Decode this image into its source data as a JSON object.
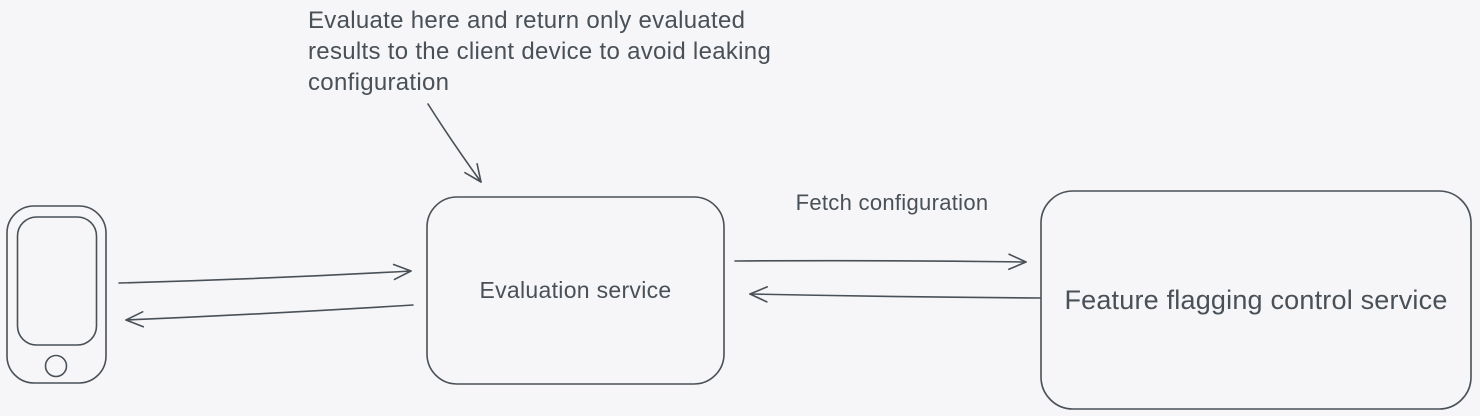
{
  "diagram": {
    "annotation": {
      "text": "Evaluate here and return only evaluated\nresults to the client device to avoid leaking\nconfiguration"
    },
    "nodes": [
      {
        "id": "client-device",
        "icon": "smartphone-icon",
        "label": ""
      },
      {
        "id": "evaluation-service",
        "label": "Evaluation service"
      },
      {
        "id": "feature-flagging-control-service",
        "label": "Feature flagging control service"
      }
    ],
    "edges": [
      {
        "from": "client-device",
        "to": "evaluation-service",
        "label": ""
      },
      {
        "from": "evaluation-service",
        "to": "client-device",
        "label": ""
      },
      {
        "from": "evaluation-service",
        "to": "feature-flagging-control-service",
        "label": "Fetch configuration"
      },
      {
        "from": "feature-flagging-control-service",
        "to": "evaluation-service",
        "label": ""
      },
      {
        "from": "annotation",
        "to": "evaluation-service",
        "label": ""
      }
    ],
    "colors": {
      "stroke": "#495057",
      "background": "#f6f6f8"
    }
  }
}
